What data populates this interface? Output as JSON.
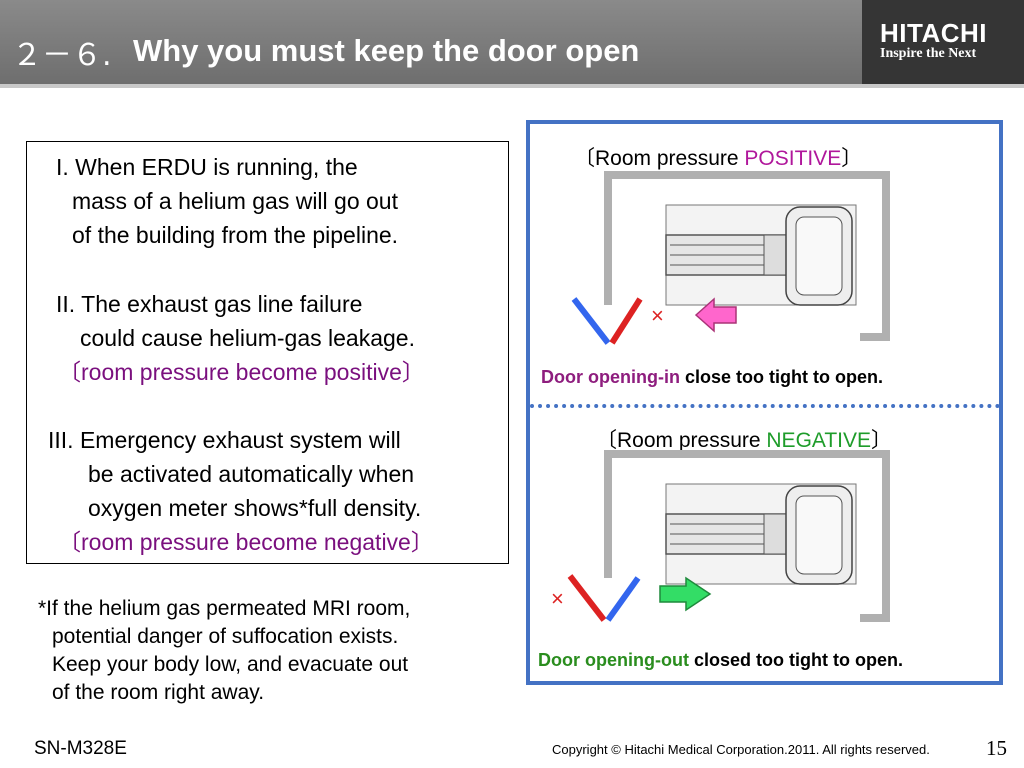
{
  "header": {
    "section_number": "２－６.",
    "title": "Why you must keep the door open",
    "brand_name": "HITACHI",
    "brand_tagline": "Inspire the Next"
  },
  "explanation": {
    "item1": {
      "line1": "I. When ERDU is running, the",
      "line2": "mass of a helium gas will go out",
      "line3": "of the building from the pipeline."
    },
    "item2": {
      "line1": "II. The exhaust gas line failure",
      "line2": "could cause helium-gas leakage.",
      "line3": "〔room pressure become positive〕"
    },
    "item3": {
      "line1": "III. Emergency exhaust system will",
      "line2": "be activated automatically when",
      "line3": "oxygen meter shows*full density.",
      "line4": "〔room pressure become negative〕"
    }
  },
  "warning_note": {
    "line1": "*If the helium gas permeated MRI room,",
    "line2": "potential danger of suffocation exists.",
    "line3": "Keep your body low, and evacuate out",
    "line4": "of  the room right away."
  },
  "positive_panel": {
    "open_bracket": "〔Room pressure ",
    "highlight": "POSITIVE",
    "close_bracket": "〕",
    "blocked_mark": "×",
    "caption_highlight": "Door opening-in",
    "caption_rest": " close too tight to open."
  },
  "negative_panel": {
    "open_bracket": "〔Room pressure ",
    "highlight": "NEGATIVE",
    "close_bracket": "〕",
    "blocked_mark": "×",
    "caption_highlight": "Door opening-out",
    "caption_rest": " closed too tight to open."
  },
  "colors": {
    "positive_highlight": "#b0179b",
    "negative_highlight": "#1e9c2a",
    "caption_highlight": "#8e1d7e",
    "caption_highlight_negative": "#2a8d1e",
    "arrow_in": "#ff66cc",
    "arrow_out": "#33dd66",
    "door_open": "#3366ee",
    "door_closed": "#dd2222",
    "frame": "#4472c4"
  },
  "footer": {
    "doc_code": "SN-M328E",
    "copyright": "Copyright © Hitachi Medical Corporation.2011. All rights reserved.",
    "page_number": "15"
  }
}
